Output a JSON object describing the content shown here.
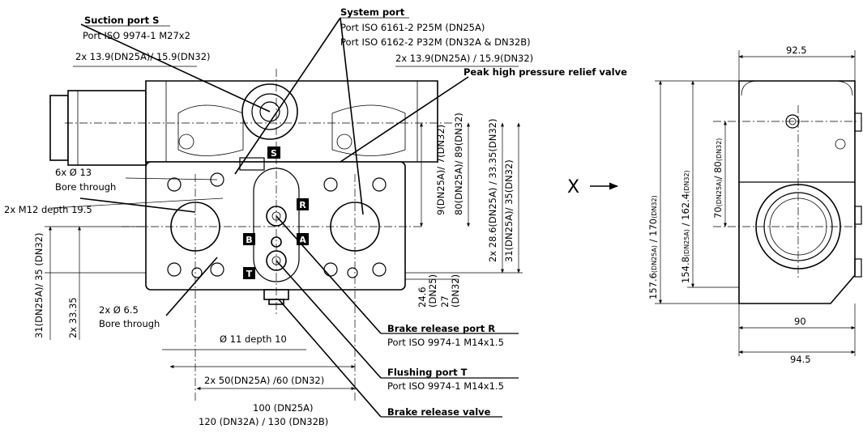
{
  "port_letters": {
    "s": "S",
    "r": "R",
    "b": "B",
    "a": "A",
    "t": "T"
  },
  "view_arrow": {
    "label": "X"
  },
  "callouts": {
    "suction_port": {
      "title": "Suction port S",
      "spec": "Port ISO 9974-1 M27x2",
      "dim": "2x 13.9(DN25A)/ 15.9(DN32)"
    },
    "system_port": {
      "title": "System port",
      "spec1": "Port ISO 6161-2 P25M (DN25A)",
      "spec2": "Port ISO 6162-2 P32M (DN32A & DN32B)",
      "dim": "2x 13.9(DN25A) / 15.9(DN32)"
    },
    "peak_relief": {
      "title": "Peak high pressure relief valve"
    },
    "bore_13": {
      "dim": "6x Ø 13",
      "text": "Bore through"
    },
    "m12": {
      "text": "2x M12 depth 19.5"
    },
    "bore_65": {
      "dim": "2x Ø 6.5",
      "text": "Bore through"
    },
    "depth10": "Ø 11 depth 10",
    "spacing_50_60": "2x 50(DN25A) /60 (DN32)",
    "spacing_100": "100 (DN25A)",
    "spacing_120_130": "120 (DN32A) / 130 (DN32B)",
    "brake_port": {
      "title": "Brake release port R",
      "spec": "Port ISO 9974-1 M14x1.5"
    },
    "flushing_port": {
      "title": "Flushing port T",
      "spec": "Port ISO 9974-1 M14x1.5"
    },
    "brake_valve": {
      "title": "Brake release valve"
    }
  },
  "dims": {
    "left_31_35": "31(DN25A)/ 35 (DN32)",
    "left_33_35": "2x 33.35",
    "d9_7": "9(DN25A)/ 7(DN32)",
    "d80_89": "80(DN25A)/ 89(DN32)",
    "d28_33": "2x 28.6(DN25A) / 33.35(DN32)",
    "d31_35": "31(DN25A)/ 35(DN32)",
    "d24_6": "24.6",
    "d24_6_sub": "(DN25)",
    "d27": "27",
    "d27_sub": "(DN32)"
  },
  "side": {
    "w92_5": "92.5",
    "w90": "90",
    "w94_5": "94.5",
    "h157a": "157.6",
    "h157a_sub": "(DN25A)",
    "h157b": " / 170",
    "h157b_sub": "(DN32)",
    "h154a": "154.8",
    "h154a_sub": "(DN25A)",
    "h154b": " / 162.4",
    "h154b_sub": "(DN32)",
    "h70a": "70",
    "h70a_sub": "(DN25A)",
    "h70b": "/ 80",
    "h70b_sub": "(DN32)"
  }
}
